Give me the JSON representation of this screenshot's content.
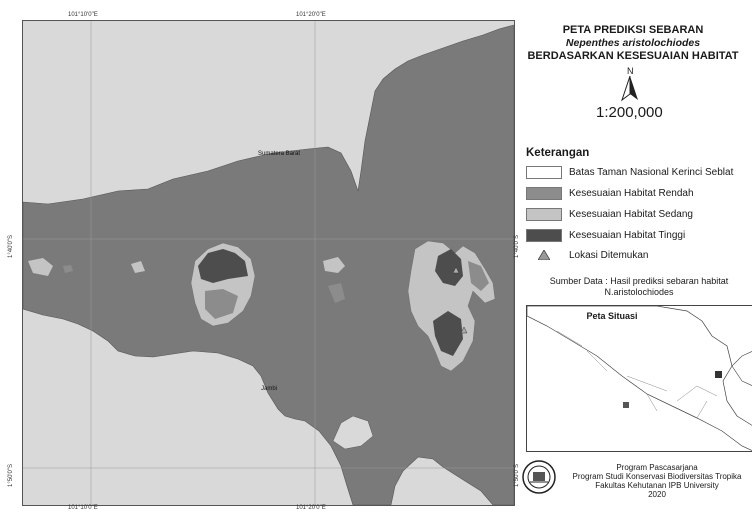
{
  "map": {
    "coordinates": {
      "top_left": "101°10'0\"E",
      "top_right": "101°20'0\"E",
      "bottom_left": "101°10'0\"E",
      "bottom_right": "101°20'0\"E",
      "left_upper": "1°40'0\"S",
      "left_lower": "1°50'0\"S",
      "right_upper": "1°40'0\"S",
      "right_lower": "1°50'0\"S"
    },
    "labels": {
      "north_region": "Sumatera Barat",
      "south_region": "Jambi"
    },
    "colors": {
      "background_area": "#d9d9d9",
      "park_area": "#7a7a7a",
      "habitat_low": "#8c8c8c",
      "habitat_medium": "#c4c4c4",
      "habitat_high": "#4d4d4d"
    }
  },
  "sidebar": {
    "title_line1": "PETA PREDIKSI SEBARAN",
    "title_line2": "Nepenthes aristolochiodes",
    "title_line3": "BERDASARKAN KESESUAIAN HABITAT",
    "north_label": "N",
    "scale": "1:200,000",
    "legend_title": "Keterangan",
    "legend": [
      {
        "label": "Batas Taman Nasional Kerinci Seblat",
        "color": "#ffffff"
      },
      {
        "label": "Kesesuaian Habitat Rendah",
        "color": "#8c8c8c"
      },
      {
        "label": "Kesesuaian Habitat Sedang",
        "color": "#c4c4c4"
      },
      {
        "label": "Kesesuaian Habitat Tinggi",
        "color": "#4d4d4d"
      },
      {
        "label": "Lokasi Ditemukan",
        "symbol": "triangle-icon"
      }
    ],
    "source_line1": "Sumber Data : Hasil prediksi sebaran habitat",
    "source_line2": "N.aristolochiodes",
    "inset_title": "Peta Situasi",
    "credit": [
      "Program Pascasarjana",
      "Program Studi Konservasi Biodiversitas Tropika",
      "Fakultas Kehutanan IPB University",
      "2020"
    ]
  }
}
